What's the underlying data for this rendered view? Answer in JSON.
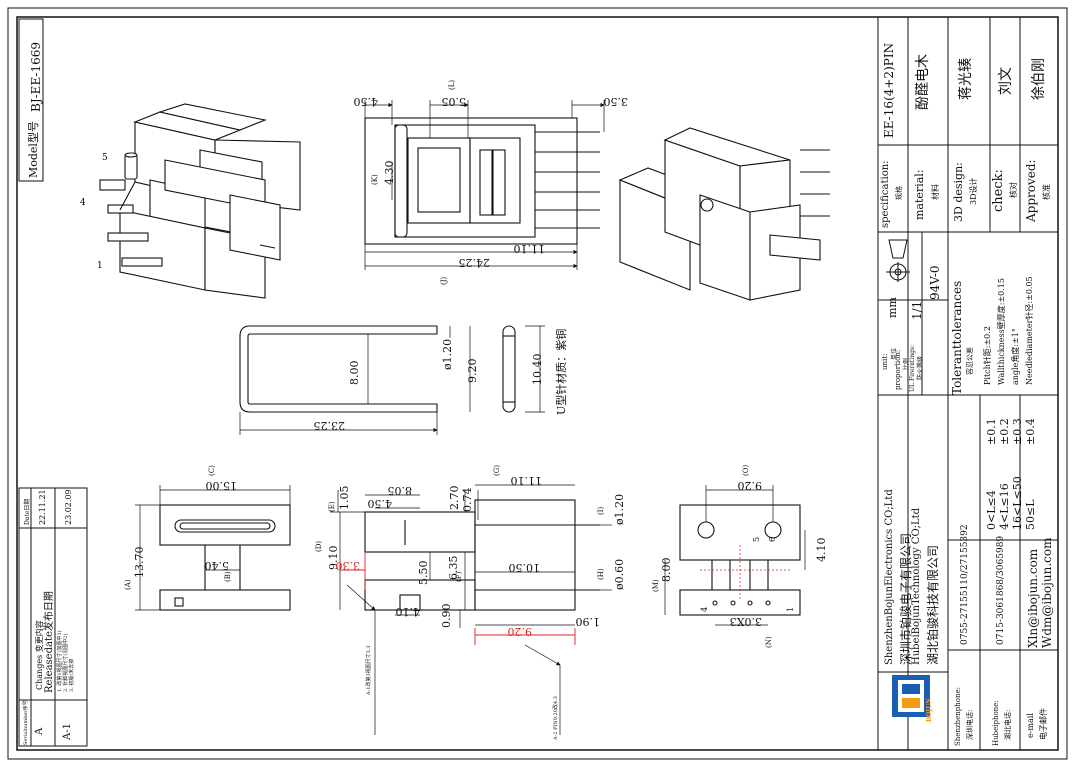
{
  "title_block": {
    "spec_label": "specification:",
    "spec_cn": "规格",
    "spec_value": "EE-16(4+2)PIN",
    "material_label": "material:",
    "material_cn": "材料",
    "material_value": "酚醛电木",
    "design_label": "3D design:",
    "design_cn": "3D设计",
    "design_value": "蒋光辏",
    "check_label": "check:",
    "check_cn": "核对",
    "check_value": "刘文",
    "approved_label": "Approved:",
    "approved_cn": "核准",
    "approved_value": "徐伯刚",
    "unit_label": "unit:",
    "unit_cn": "单位",
    "unit_value": "mm",
    "proportion_label": "proportion:",
    "proportion_cn": "比例",
    "proportion_value": "1/1",
    "fire_label": "UL Fireratings:",
    "fire_cn": "防火等级",
    "fire_value": "94V-0",
    "tol_title": "Toleranttolerances",
    "tol_cn": "容忍公差",
    "tol_ranges": [
      "0<L≤4",
      "4<L≤16",
      "16<L≤50",
      "50≤L"
    ],
    "tol_values": [
      "±0.1",
      "±0.2",
      "±0.3",
      "±0.4"
    ],
    "tol_notes": [
      "Pitch针距:±0.2",
      "Wallthickness壁厚度:±0.15",
      "angle角度:±1°",
      "Needlediameter针径:±0.05"
    ],
    "company_en1": "ShenzhenBojunElectronics CO;Ltd",
    "company_cn1": "深圳市铂骏电子有限公司",
    "company_en2": "HubeiBojunTechnology CO;Ltd",
    "company_cn2": "湖北铂骏科技有限公司",
    "sz_phone_label": "Shenzhenphone:",
    "sz_phone_cn": "深圳电话:",
    "sz_phone": "0755-27155110/27155392",
    "hb_phone_label": "Hubeiphone:",
    "hb_phone_cn": "湖北电话:",
    "hb_phone": "0715-3061868/3065989",
    "email_label": "e-mail",
    "email_cn": "电子邮件",
    "email1": "Xln@ibojun.com",
    "email2": "Wdm@ibojun.com",
    "logo_text": "BOJUN"
  },
  "model": {
    "label": "Model型号",
    "value": "BJ-EE-1669"
  },
  "revisions": {
    "headers": [
      "Serialnumber序号",
      "Changes 变更内容",
      "Date日期"
    ],
    "rows": [
      {
        "serial": "A",
        "change": "Releasedate发布日期",
        "date": "22.11.21"
      },
      {
        "serial": "A-1",
        "change_lines": [
          "1. 改第1视图尺寸(加图中1)",
          "2. 针脚视图尺寸(见图中2)",
          "3. 初版(未去掉"
        ],
        "date": "23.02.09"
      }
    ]
  },
  "dimensions": {
    "d_450": "4.50",
    "d_505": "5.05",
    "d_350": "3.50",
    "d_430": "4.30",
    "d_1110a": "11.10",
    "d_2425": "24.25",
    "d_2325": "23.25",
    "d_800a": "8.00",
    "d_120a": "ø1.20",
    "d_920": "9.20",
    "d_1040": "10.40",
    "pin_note": "U型针材质：紫铜",
    "d_1500": "15.00",
    "d_1370": "13.70",
    "d_540": "5.40",
    "d_105": "1.05",
    "d_805": "8.05",
    "d_450b": "4.50",
    "d_270": "2.70",
    "d_074": "0.74",
    "d_1110b": "11.10",
    "d_120b": "ø1.20",
    "d_910": "9.10",
    "d_550": "5.50",
    "d_635": "6.35",
    "d_1050": "10.50",
    "d_060": "ø0.60",
    "d_330": "3.30",
    "d_410a": "4.10",
    "d_090": "0.90",
    "d_920red": "9.20",
    "d_190": "1.90",
    "d_920b": "9.20",
    "d_800b": "8.00",
    "d_410b": "4.10",
    "d_30x3": "3.0X3",
    "note_a1": "A-1改第3视图尺寸3.3",
    "note_a2": "A-2 PIN9.20改4.3",
    "pin_labels": [
      "1",
      "4",
      "5",
      "6"
    ],
    "letter_labels": [
      "(L)",
      "(K)",
      "(J)",
      "(C)",
      "(A)",
      "(B)",
      "(D)",
      "(E)",
      "(F)",
      "(G)",
      "(H)",
      "(I)",
      "(M)",
      "(N)",
      "(O)"
    ]
  },
  "colors": {
    "ink": "#111111",
    "red": "#e02020",
    "logo_blue": "#1a5fb4",
    "logo_orange": "#f39c12"
  }
}
